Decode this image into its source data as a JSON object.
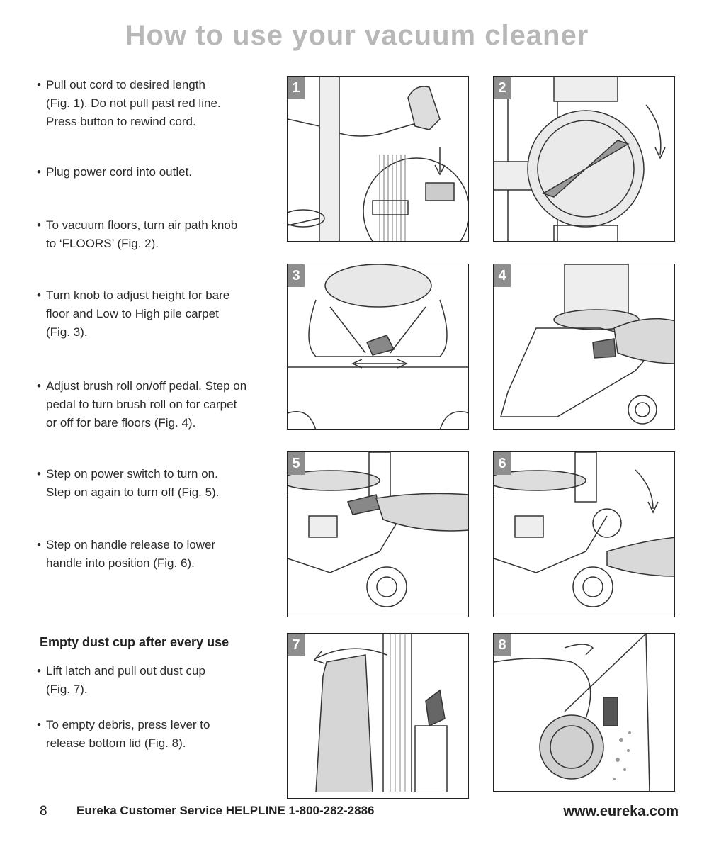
{
  "page": {
    "title": "How to use your vacuum cleaner",
    "bullet_marker": "•",
    "instructions": [
      "Pull out cord to desired length\n(Fig. 1). Do not pull past red line.\nPress button to rewind cord.",
      "Plug power cord into outlet.",
      "To vacuum floors, turn air path knob\nto ‘FLOORS’ (Fig. 2).",
      "Turn knob to adjust height for bare\nfloor and Low to High pile carpet\n(Fig. 3).",
      "Adjust brush roll on/off pedal. Step on\npedal to turn brush roll on for carpet\nor off for bare floors (Fig. 4).",
      "Step on power switch to turn on.\nStep on again to turn off (Fig. 5).",
      "Step on handle release to lower\nhandle into position (Fig. 6)."
    ],
    "dust_section": {
      "heading": "Empty dust cup after every use",
      "instructions": [
        "Lift latch and pull out dust cup\n(Fig. 7).",
        "To empty debris, press lever to\nrelease bottom lid (Fig. 8)."
      ]
    },
    "figures": [
      "1",
      "2",
      "3",
      "4",
      "5",
      "6",
      "7",
      "8"
    ],
    "footer": {
      "page_number": "8",
      "helpline": "Eureka Customer Service HELPLINE 1-800-282-2886",
      "website": "www.eureka.com"
    }
  }
}
